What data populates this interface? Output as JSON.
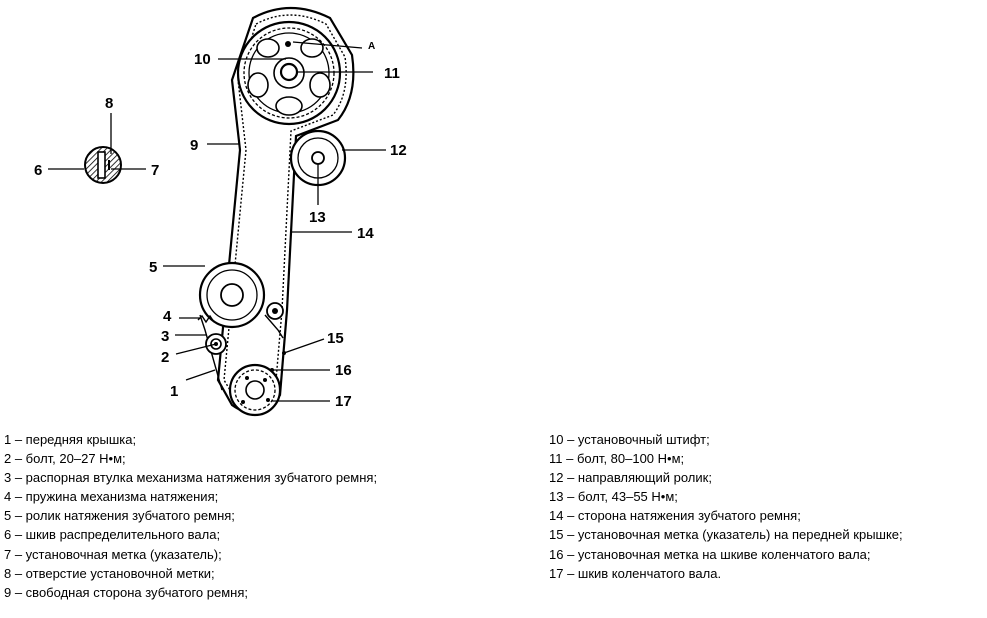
{
  "callouts": {
    "c1": "1",
    "c2": "2",
    "c3": "3",
    "c4": "4",
    "c5": "5",
    "c6": "6",
    "c7": "7",
    "c8": "8",
    "c9": "9",
    "c10": "10",
    "c11": "11",
    "c12": "12",
    "c13": "13",
    "c14": "14",
    "c15": "15",
    "c16": "16",
    "c17": "17",
    "cA": "A"
  },
  "legend_left": [
    "1 – передняя крышка;",
    "2 – болт, 20–27 Н•м;",
    "3 – распорная втулка механизма натяжения зубчатого ремня;",
    "4 – пружина механизма натяжения;",
    "5 – ролик натяжения зубчатого ремня;",
    "6 – шкив распределительного вала;",
    "7 – установочная метка (указатель);",
    "8 – отверстие установочной метки;",
    "9 – свободная сторона зубчатого ремня;"
  ],
  "legend_right": [
    "10 – установочный штифт;",
    "11 – болт, 80–100 Н•м;",
    "12 – направляющий ролик;",
    "13 – болт, 43–55 Н•м;",
    "14 – сторона натяжения зубчатого ремня;",
    "15 – установочная метка (указатель) на передней крышке;",
    "16 – установочная метка на шкиве коленчатого вала;",
    "17 – шкив коленчатого вала."
  ]
}
